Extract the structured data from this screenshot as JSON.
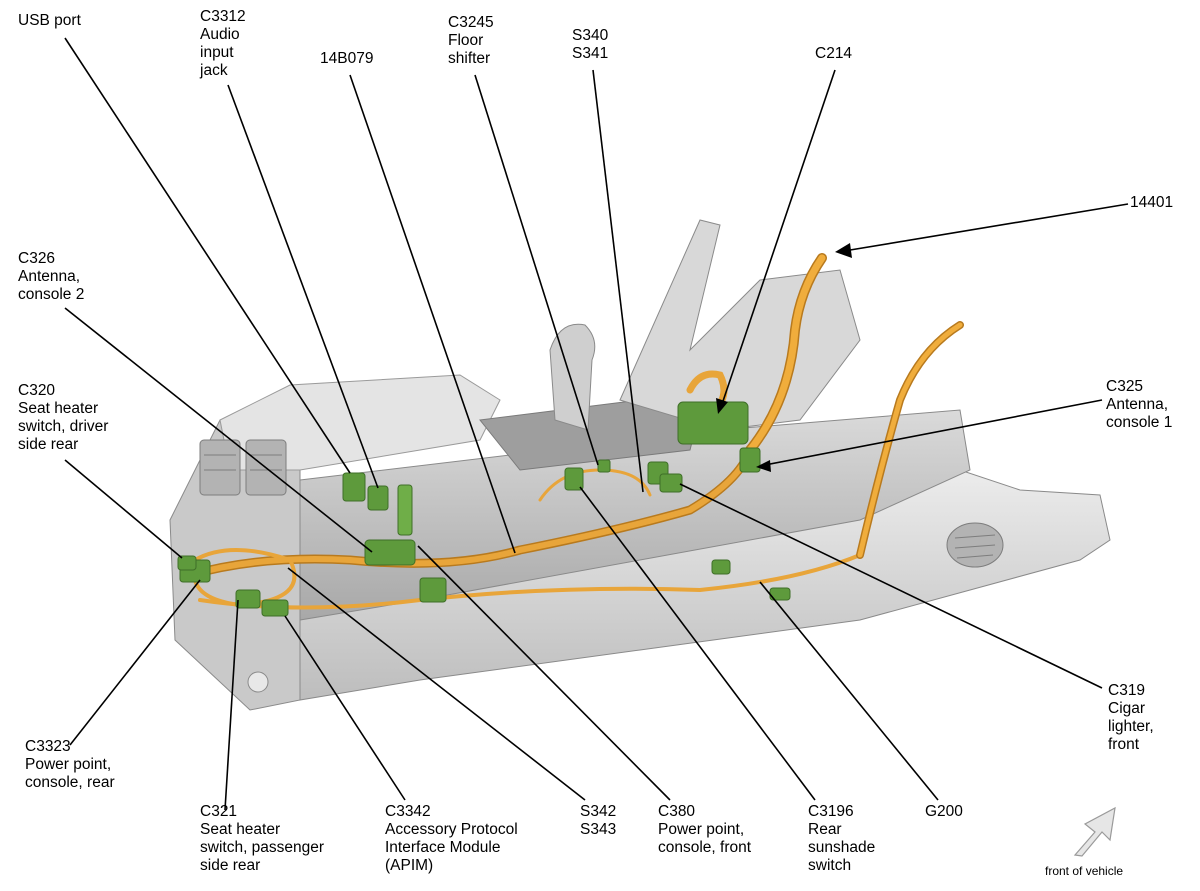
{
  "labels": {
    "usb": [
      "USB port"
    ],
    "c3312": [
      "C3312",
      "Audio",
      "input",
      "jack"
    ],
    "p14b079": [
      "14B079"
    ],
    "c3245": [
      "C3245",
      "Floor",
      "shifter"
    ],
    "s340": [
      "S340",
      "S341"
    ],
    "c214": [
      "C214"
    ],
    "p14401": [
      "14401"
    ],
    "c326": [
      "C326",
      "Antenna,",
      "console 2"
    ],
    "c320": [
      "C320",
      "Seat heater",
      "switch, driver",
      "side rear"
    ],
    "c325": [
      "C325",
      "Antenna,",
      "console 1"
    ],
    "c319": [
      "C319",
      "Cigar",
      "lighter,",
      "front"
    ],
    "c3323": [
      "C3323",
      "Power point,",
      "console, rear"
    ],
    "c321": [
      "C321",
      "Seat heater",
      "switch, passenger",
      "side rear"
    ],
    "c3342": [
      "C3342",
      "Accessory Protocol",
      "Interface Module",
      "(APIM)"
    ],
    "s342": [
      "S342",
      "S343"
    ],
    "c380": [
      "C380",
      "Power point,",
      "console, front"
    ],
    "c3196": [
      "C3196",
      "Rear",
      "sunshade",
      "switch"
    ],
    "g200": [
      "G200"
    ],
    "front": [
      "front of vehicle"
    ]
  },
  "colors": {
    "console_body": "#d2d2d2",
    "console_shadow": "#a9a9a9",
    "harness": "#e8a53a",
    "harness_dark": "#b87a1e",
    "connector": "#5e9a3c",
    "connector_dark": "#3f6f28",
    "leader": "#000000"
  }
}
